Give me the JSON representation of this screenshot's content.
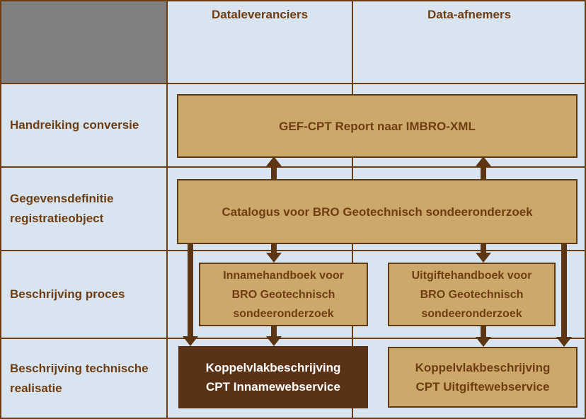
{
  "colors": {
    "bg": "#d8e4f0",
    "grid": "#6b3d12",
    "corner": "#808080",
    "tan": "#cca96a",
    "box_border": "#5f3a10",
    "dark": "#5a3216",
    "text": "#6e3d12",
    "text_light": "#ffffff",
    "arrow": "#5c3513"
  },
  "column_headers": [
    {
      "id": "dataleveranciers",
      "label": "Dataleveranciers"
    },
    {
      "id": "data_afnemers",
      "label": "Data-afnemers"
    }
  ],
  "row_headers": [
    {
      "id": "handreiking_conversie",
      "label": "Handreiking conversie"
    },
    {
      "id": "gegevensdefinitie_registratieobject",
      "label": "Gegevensdefinitie\nregistratieobject"
    },
    {
      "id": "beschrijving_proces",
      "label": "Beschrijving proces"
    },
    {
      "id": "beschrijving_technische_realisatie",
      "label": "Beschrijving technische\nrealisatie"
    }
  ],
  "boxes": {
    "gef_cpt": {
      "label": "GEF-CPT Report naar IMBRO-XML"
    },
    "catalogus": {
      "label": "Catalogus voor BRO Geotechnisch sondeeronderzoek"
    },
    "innamehandboek": {
      "label": "Innamehandboek voor\nBRO Geotechnisch\nsondeeronderzoek"
    },
    "uitgiftehandboek": {
      "label": "Uitgiftehandboek voor\nBRO Geotechnisch\nsondeeronderzoek"
    },
    "koppelvlak_inname": {
      "label": "Koppelvlakbeschrijving\nCPT Innamewebservice"
    },
    "koppelvlak_uitgifte": {
      "label": "Koppelvlakbeschrijving\nCPT Uitgiftewebservice"
    }
  }
}
